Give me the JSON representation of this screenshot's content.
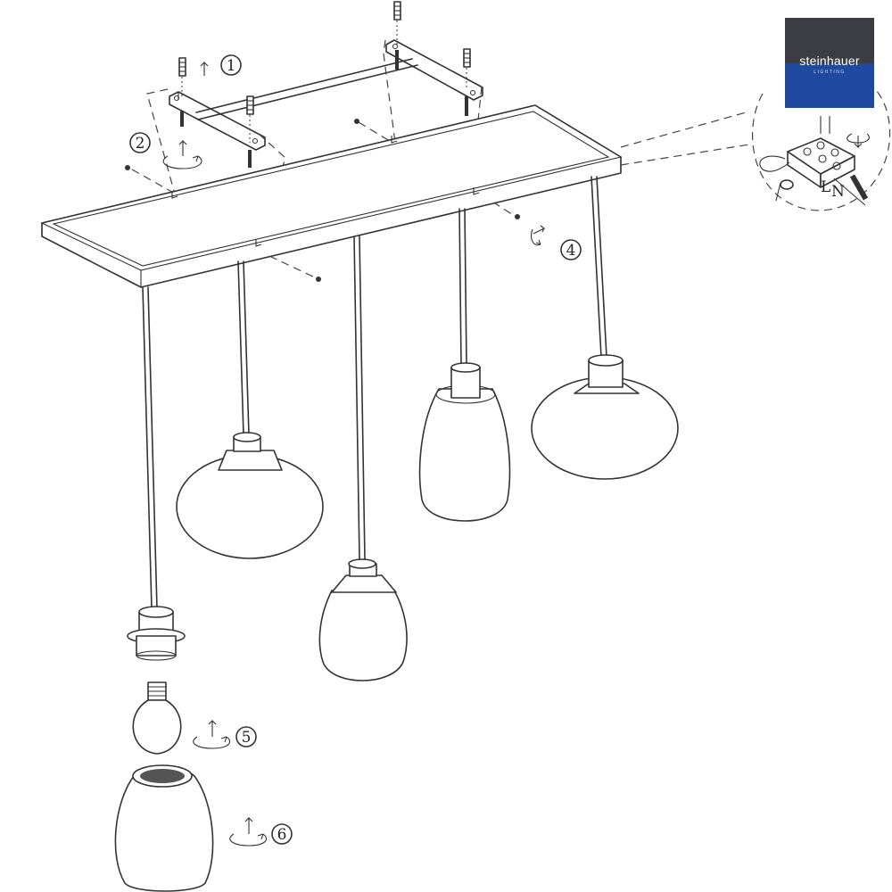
{
  "logo": {
    "brand": "steinhauer",
    "subtitle": "LIGHTING",
    "colors": {
      "top": "#3b3d42",
      "bottom": "#1f4aa0",
      "text": "#ffffff"
    }
  },
  "steps": [
    {
      "number": "1",
      "icon": "arrow-up-icon"
    },
    {
      "number": "2",
      "icon": "rotate-arrow-icon"
    },
    {
      "number": "4",
      "icon": "rotate-arrow-icon"
    },
    {
      "number": "5",
      "icon": "rotate-arrow-icon"
    },
    {
      "number": "6",
      "icon": "rotate-arrow-icon"
    }
  ],
  "wiring_detail": {
    "terminal_labels": [
      "L",
      "N"
    ]
  }
}
